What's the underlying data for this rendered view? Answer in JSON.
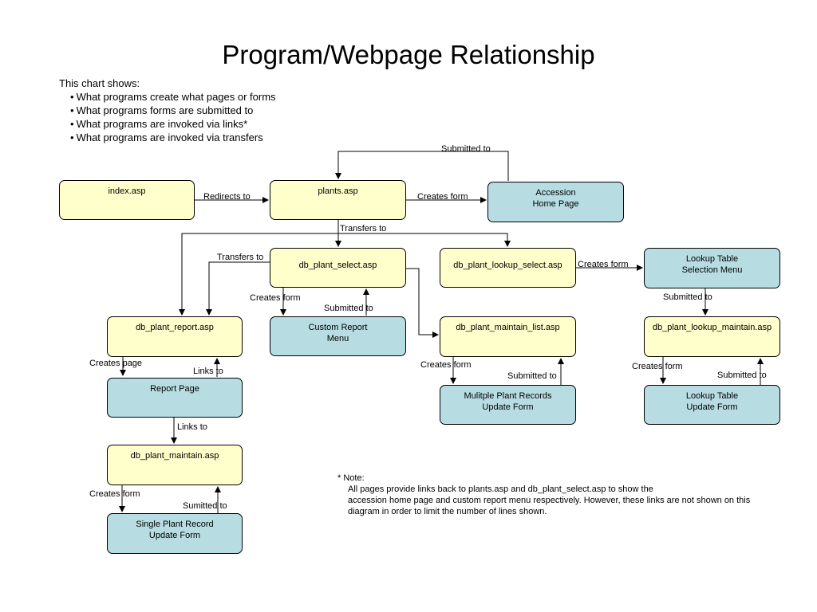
{
  "title": "Program/Webpage Relationship",
  "intro": {
    "heading": "This chart shows:",
    "bullets": [
      "What programs create what pages or forms",
      "What programs forms are submitted to",
      "What programs are invoked via links*",
      "What programs are invoked via transfers"
    ]
  },
  "nodes": {
    "index": "index.asp",
    "plants": "plants.asp",
    "accession_1": "Accession",
    "accession_2": "Home Page",
    "select": "db_plant_select.asp",
    "lookup_select": "db_plant_lookup_select.asp",
    "lookup_menu_1": "Lookup Table",
    "lookup_menu_2": "Selection Menu",
    "report": "db_plant_report.asp",
    "custom_1": "Custom Report",
    "custom_2": "Menu",
    "maintain_list": "db_plant_maintain_list.asp",
    "lookup_maintain": "db_plant_lookup_maintain.asp",
    "report_page": "Report Page",
    "multi_1": "Mulitple Plant Records",
    "multi_2": "Update Form",
    "lookup_update_1": "Lookup Table",
    "lookup_update_2": "Update Form",
    "maintain": "db_plant_maintain.asp",
    "single_1": "Single Plant Record",
    "single_2": "Update Form"
  },
  "edges": {
    "submitted_top": "Submitted to",
    "redirects": "Redirects to",
    "creates_accession": "Creates form",
    "transfers_plants": "Transfers to",
    "transfers_select": "Transfers to",
    "creates_lookup": "Creates form",
    "creates_custom": "Creates form",
    "submitted_custom": "Submitted to",
    "submitted_lookup_menu": "Submitted to",
    "creates_report_page": "Creates page",
    "links_report": "Links to",
    "creates_multi": "Creates form",
    "submitted_multi": "Submitted to",
    "creates_lookup_update": "Creates form",
    "submitted_lookup_update": "Submitted to",
    "links_maintain": "Links to",
    "creates_single": "Creates form",
    "submitted_single": "Sumitted to"
  },
  "note": {
    "heading": "* Note:",
    "line1": "All pages provide links back to plants.asp and db_plant_select.asp to show the",
    "line2": "accession home page and custom report menu respectively. However, these links are not shown on this",
    "line3": "diagram in order to limit the number of lines shown."
  },
  "colors": {
    "yellow_box": "#ffffcc",
    "blue_box": "#b7dde3",
    "line": "#000000"
  }
}
